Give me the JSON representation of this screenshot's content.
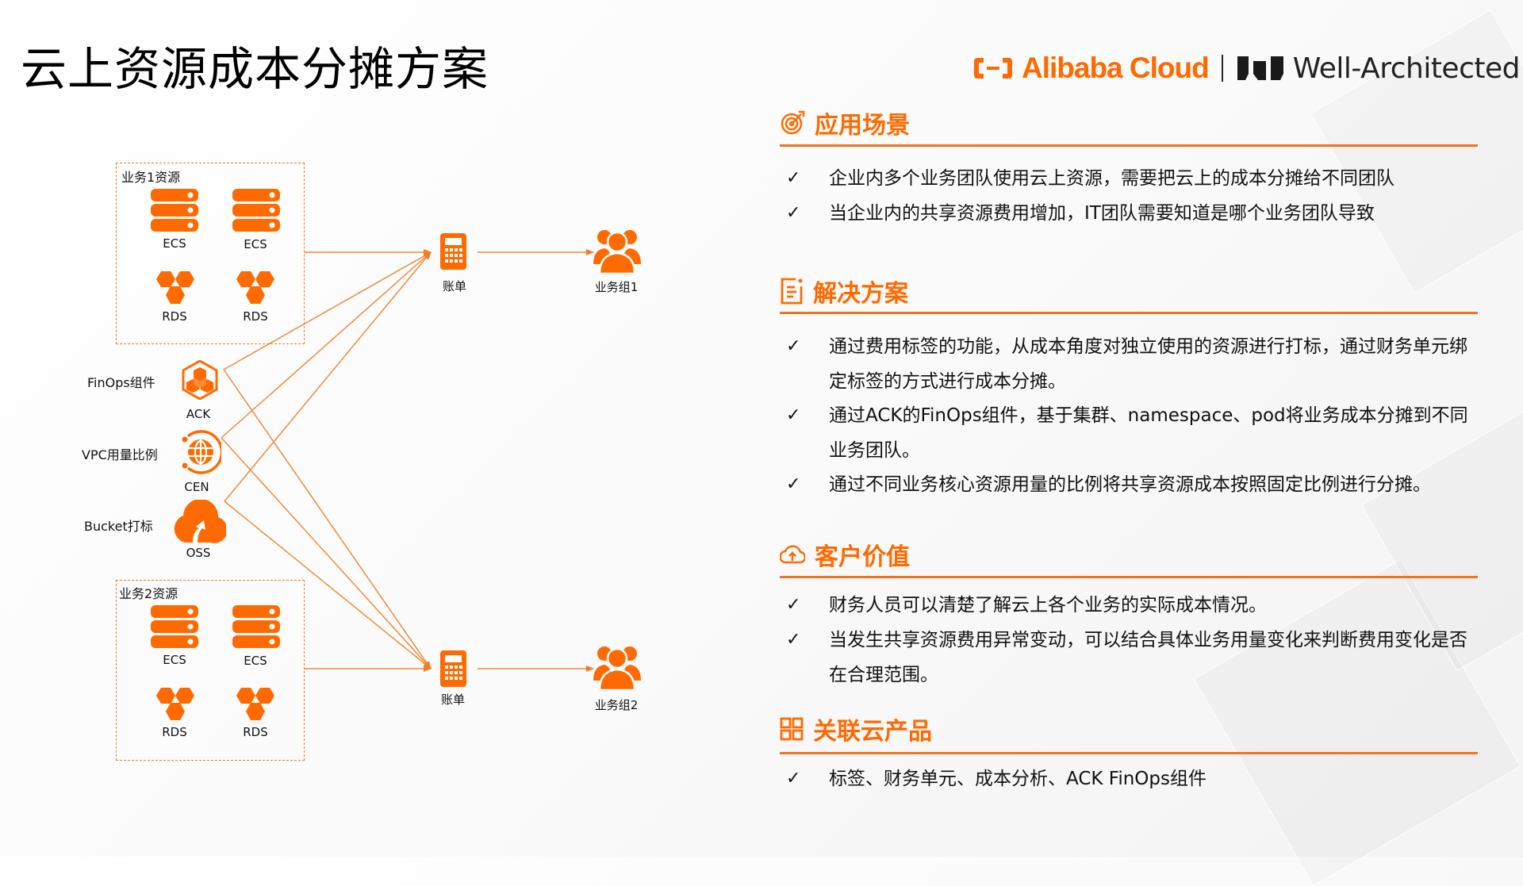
{
  "title": "云上资源成本分摊方案",
  "logo": {
    "brand": "Alibaba Cloud",
    "product": "Well-Architected",
    "brand_color": "#ff6a00"
  },
  "colors": {
    "accent": "#ff6a00",
    "rule": "#ee7421",
    "line": "#f08a3c"
  },
  "diagram": {
    "group1": {
      "title": "业务1资源",
      "items": [
        {
          "icon": "ecs-server-icon",
          "label": "ECS"
        },
        {
          "icon": "ecs-server-icon",
          "label": "ECS"
        },
        {
          "icon": "rds-database-icon",
          "label": "RDS"
        },
        {
          "icon": "rds-database-icon",
          "label": "RDS"
        }
      ]
    },
    "group2": {
      "title": "业务2资源",
      "items": [
        {
          "icon": "ecs-server-icon",
          "label": "ECS"
        },
        {
          "icon": "ecs-server-icon",
          "label": "ECS"
        },
        {
          "icon": "rds-database-icon",
          "label": "RDS"
        },
        {
          "icon": "rds-database-icon",
          "label": "RDS"
        }
      ]
    },
    "shared": [
      {
        "side_label": "FinOps组件",
        "icon": "ack-cube-icon",
        "label": "ACK"
      },
      {
        "side_label": "VPC用量比例",
        "icon": "cen-globe-icon",
        "label": "CEN"
      },
      {
        "side_label": "Bucket打标",
        "icon": "oss-cloud-icon",
        "label": "OSS"
      }
    ],
    "bills": [
      {
        "icon": "calculator-icon",
        "label": "账单"
      },
      {
        "icon": "calculator-icon",
        "label": "账单"
      }
    ],
    "teams": [
      {
        "icon": "user-group-icon",
        "label": "业务组1"
      },
      {
        "icon": "user-group-icon",
        "label": "业务组2"
      }
    ]
  },
  "sections": [
    {
      "icon": "target-icon",
      "heading": "应用场景",
      "bullets": [
        "企业内多个业务团队使用云上资源，需要把云上的成本分摊给不同团队",
        "当企业内的共享资源费用增加，IT团队需要知道是哪个业务团队导致"
      ]
    },
    {
      "icon": "clipboard-icon",
      "heading": "解决方案",
      "bullets": [
        "通过费用标签的功能，从成本角度对独立使用的资源进行打标，通过财务单元绑定标签的方式进行成本分摊。",
        "通过ACK的FinOps组件，基于集群、namespace、pod将业务成本分摊到不同业务团队。",
        "通过不同业务核心资源用量的比例将共享资源成本按照固定比例进行分摊。"
      ]
    },
    {
      "icon": "cloud-upload-icon",
      "heading": "客户价值",
      "bullets": [
        "财务人员可以清楚了解云上各个业务的实际成本情况。",
        "当发生共享资源费用异常变动，可以结合具体业务用量变化来判断费用变化是否在合理范围。"
      ]
    },
    {
      "icon": "grid-icon",
      "heading": "关联云产品",
      "bullets": [
        "标签、财务单元、成本分析、ACK FinOps组件"
      ]
    }
  ],
  "check_mark": "✓"
}
